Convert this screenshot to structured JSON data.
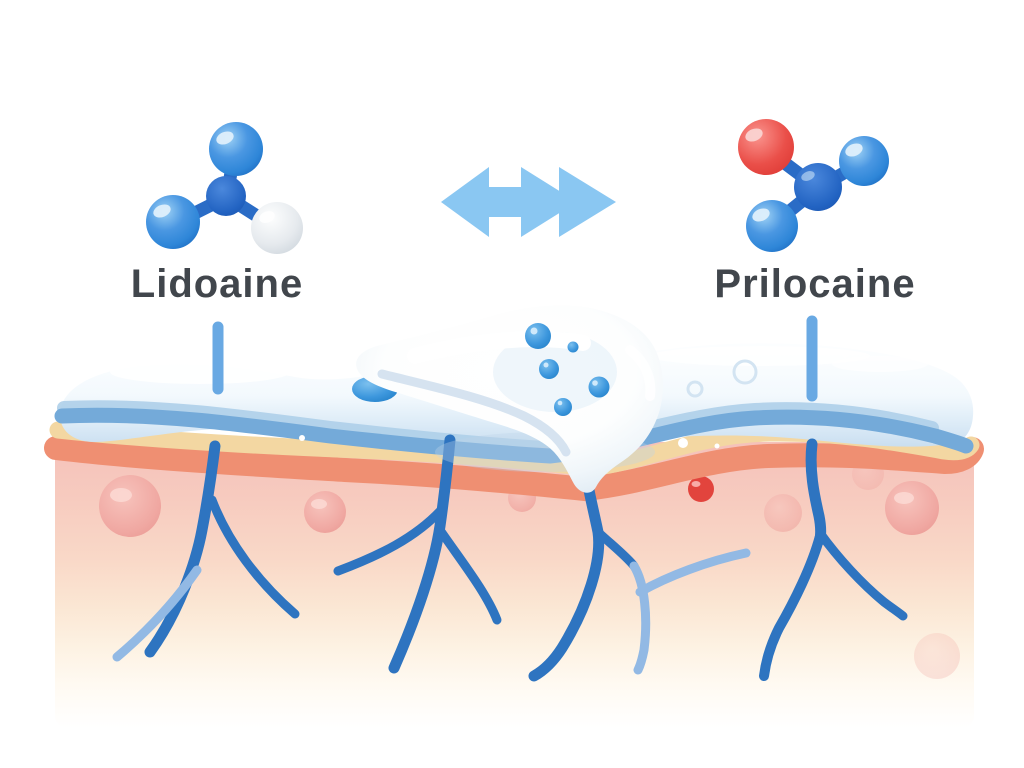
{
  "illustration": {
    "left_molecule": {
      "label": "Lidoaine",
      "atoms": [
        "light-blue",
        "light-blue",
        "dark-blue",
        "white"
      ]
    },
    "right_molecule": {
      "label": "Prilocaine",
      "atoms": [
        "red",
        "dark-blue",
        "light-blue",
        "light-blue"
      ]
    },
    "arrow_icon": "double-headed-exchange-arrow",
    "skin_layers": [
      "cream-film",
      "epidermis-tan",
      "epidermis-salmon",
      "dermis"
    ],
    "cream_dollop_bubbles": 5,
    "nerve_endings": 4
  },
  "colors": {
    "molecule_blue": "#2e86d8",
    "molecule_dark_blue": "#1c5cb8",
    "molecule_red": "#e6403a",
    "molecule_white": "#dde2e8",
    "bond_blue": "#2a6cc6",
    "arrow_blue": "#8ac7f2",
    "pointer_blue": "#69a9e3",
    "nerve_blue": "#2e74c0",
    "nerve_light_blue": "#92b9e4",
    "cream_edge_blue": "#74aad9",
    "cream_edge_light": "#aecfe9",
    "epidermis_tan": "#f3d7a2",
    "epidermis_salmon": "#ef8f72",
    "dermis_pink": "#f5c1ba",
    "cell_pink": "#efa19c",
    "red_particle": "#e2443d",
    "bubble_blue": "#2b8ad2",
    "label_text": "#41464c"
  }
}
